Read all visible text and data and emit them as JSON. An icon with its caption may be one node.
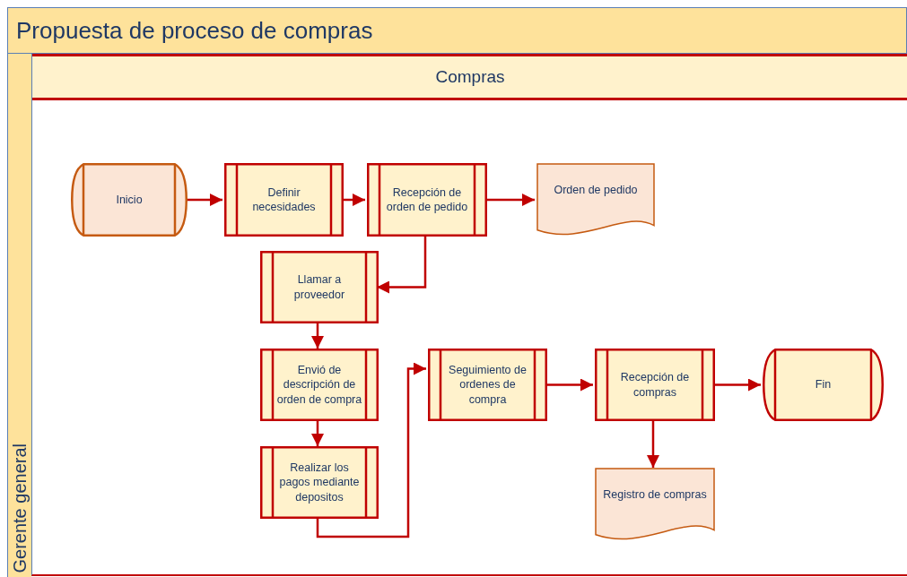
{
  "diagram": {
    "title": "Propuesta de proceso de compras",
    "nodes": [
      {
        "text": [
          "Gerente general"
        ]
      },
      {
        "text": [
          "Compras"
        ],
        "in": 0
      },
      {
        "text": [
          "Inicio"
        ],
        "in": 1
      },
      {
        "text": [
          "Definir necesidades"
        ],
        "in": 1
      },
      {
        "text": [
          "Recepción de orden de pedido"
        ],
        "in": 1
      },
      {
        "text": [
          "Orden de pedido"
        ],
        "in": 1
      },
      {
        "text": [
          "Llamar a proveedor"
        ],
        "in": 1
      },
      {
        "text": [
          "Envió de descripción de orden de compra"
        ],
        "in": 1
      },
      {
        "text": [
          "Realizar los pagos mediante depositos"
        ],
        "in": 1
      },
      {
        "text": [
          "Seguimiento de ordenes de compra"
        ],
        "in": 1
      },
      {
        "text": [
          "Recepción de compras"
        ],
        "in": 1
      },
      {
        "text": [
          "Fin"
        ],
        "in": 1
      },
      {
        "text": [
          "Registro de compras"
        ],
        "in": 1
      }
    ],
    "edges": [
      {
        "from": 2,
        "to": 3,
        "arrow": "to"
      },
      {
        "from": 3,
        "to": 4,
        "arrow": "to"
      },
      {
        "from": 4,
        "to": 5,
        "arrow": "to"
      },
      {
        "from": 4,
        "to": 6,
        "arrow": "to"
      },
      {
        "from": 6,
        "to": 7,
        "arrow": "to"
      },
      {
        "from": 7,
        "to": 8,
        "arrow": "to"
      },
      {
        "from": 8,
        "to": 9,
        "arrow": "to"
      },
      {
        "from": 9,
        "to": 10,
        "arrow": "to"
      },
      {
        "from": 10,
        "to": 11,
        "arrow": "to"
      },
      {
        "from": 10,
        "to": 12,
        "arrow": "to"
      }
    ]
  }
}
